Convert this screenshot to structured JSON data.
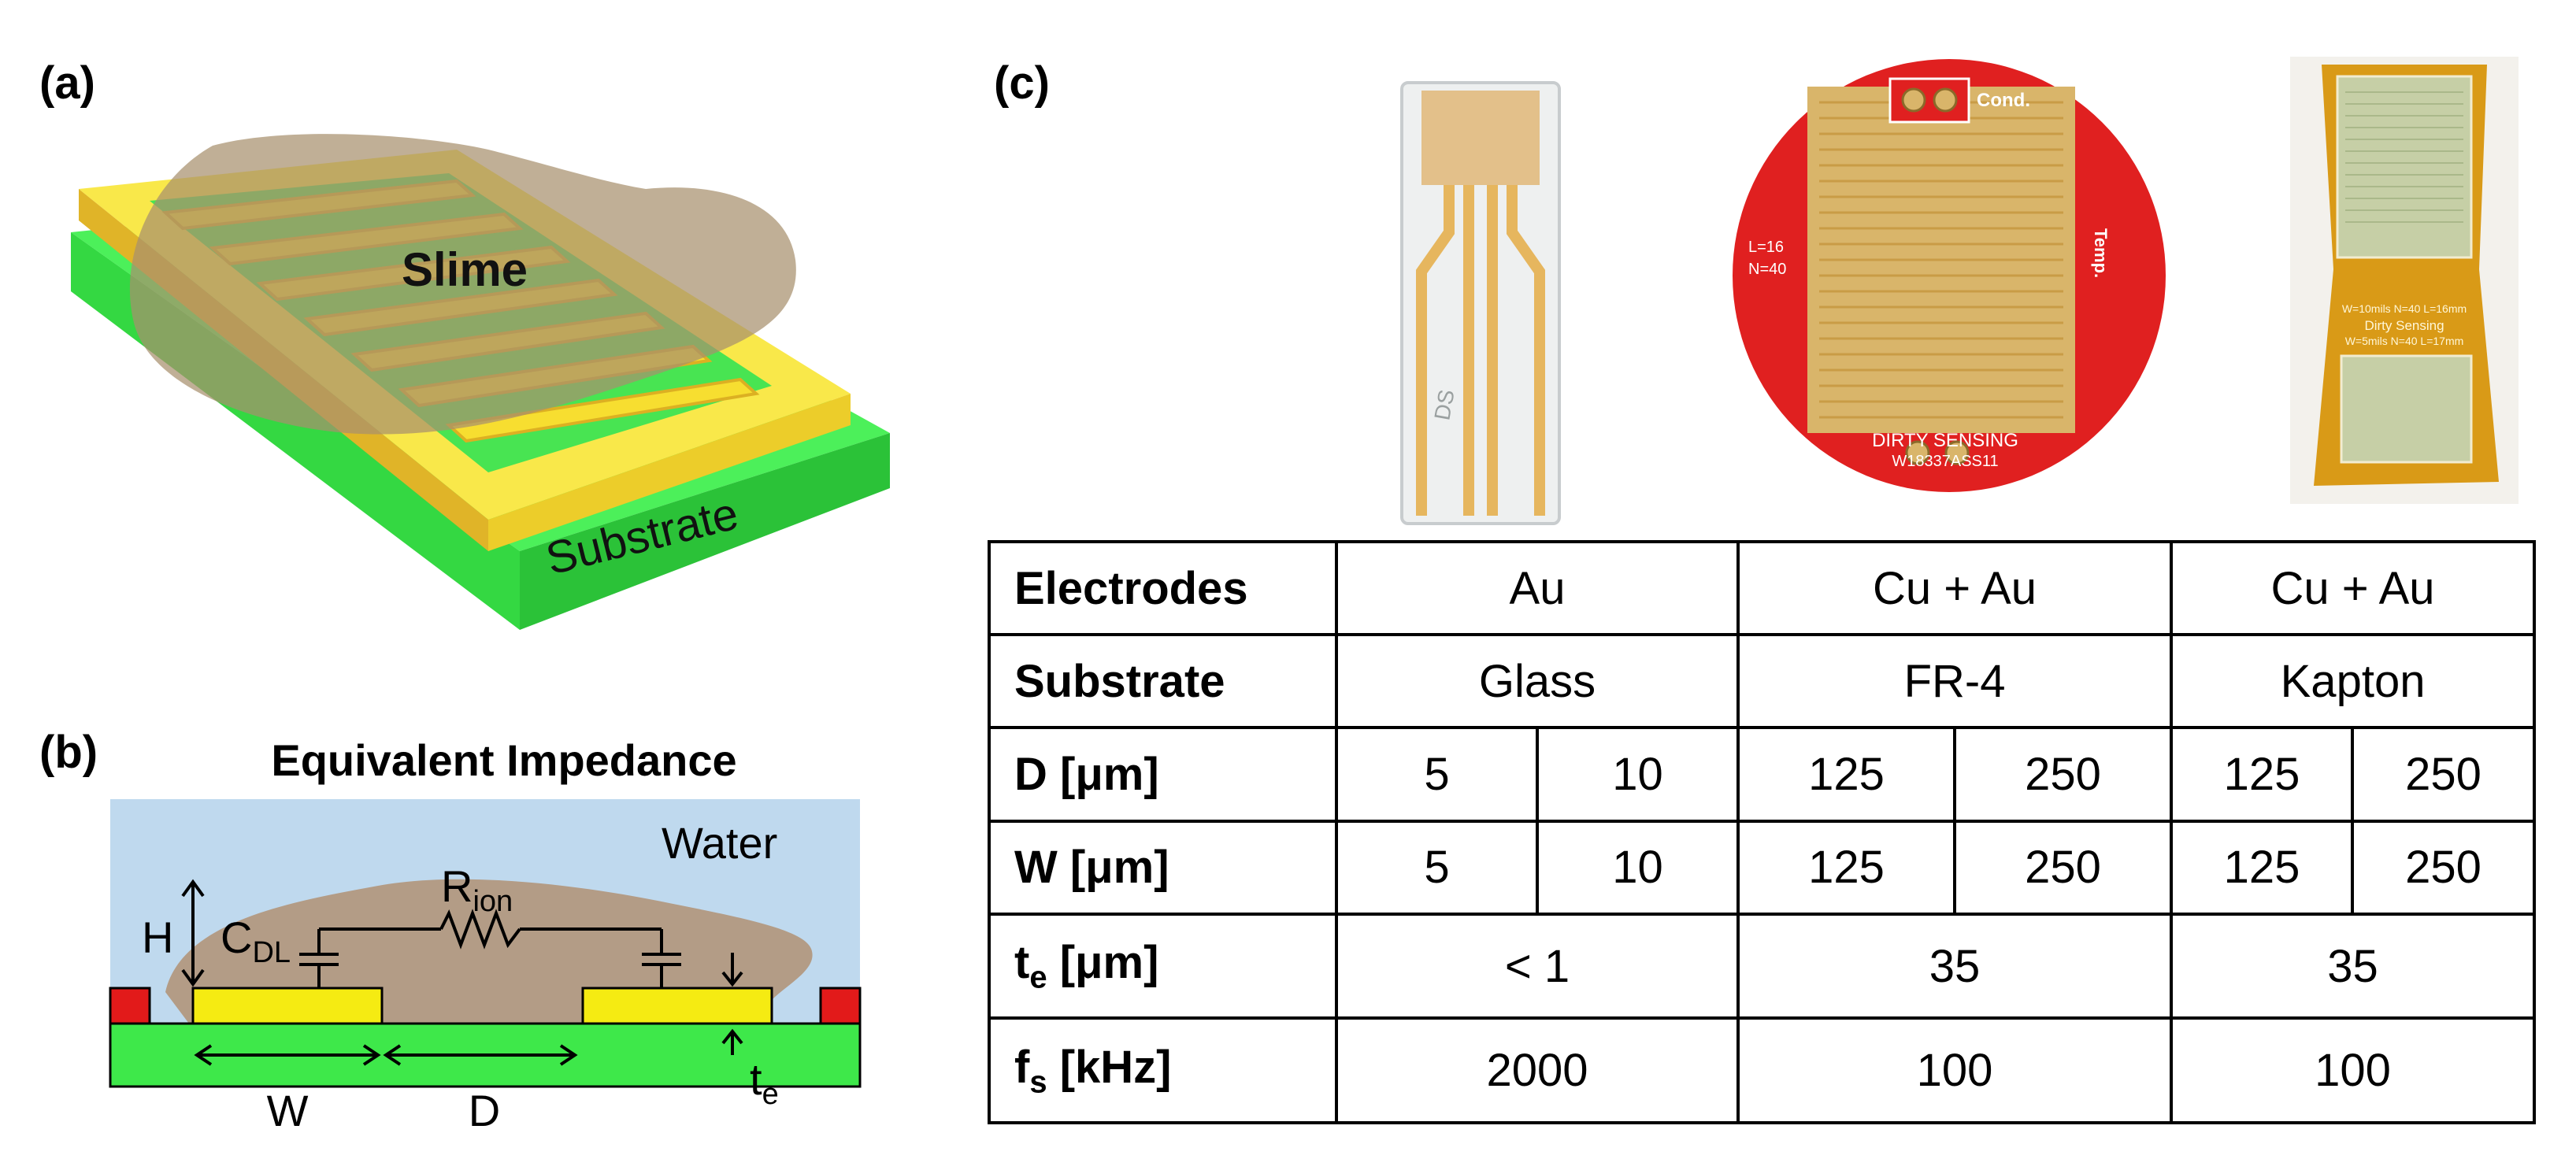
{
  "panels": {
    "a": {
      "label": "(a)",
      "slime_label": "Slime",
      "substrate_label": "Substrate",
      "colors": {
        "substrate": "#3ee84a",
        "electrode": "#f2d826",
        "slime": "#a8906e"
      }
    },
    "b": {
      "label": "(b)",
      "title": "Equivalent Impedance",
      "water_label": "Water",
      "labels": {
        "h": "H",
        "cdl_main": "C",
        "cdl_sub": "DL",
        "rion_main": "R",
        "rion_sub": "ion",
        "w": "W",
        "d": "D",
        "te_main": "t",
        "te_sub": "e"
      },
      "colors": {
        "water": "#bfd9ee",
        "substrate": "#3ee84a",
        "electrode": "#f5eb12",
        "wall": "#e21a1a",
        "slime": "#b39c86"
      }
    },
    "c": {
      "label": "(c)",
      "photos": {
        "glass_sensor": {
          "marking": "DS"
        },
        "fr4_sensor": {
          "label_cond": "Cond.",
          "label_temp": "Temp.",
          "label_l": "L=16",
          "label_n": "N=40",
          "label_bottom_1": "DIRTY  SENSING",
          "label_bottom_2": "W18337ASS11"
        },
        "kapton_sensor": {
          "line_1": "W=10mils N=40 L=16mm",
          "line_2": "Dirty Sensing",
          "line_3": "W=5mils N=40 L=17mm"
        }
      },
      "table": {
        "electrodes": {
          "head": "Electrodes",
          "glass": "Au",
          "fr4": "Cu + Au",
          "kapton": "Cu + Au"
        },
        "substrate": {
          "head": "Substrate",
          "glass": "Glass",
          "fr4": "FR-4",
          "kapton": "Kapton"
        },
        "d": {
          "head": "D [μm]",
          "values": [
            "5",
            "10",
            "125",
            "250",
            "125",
            "250"
          ]
        },
        "w": {
          "head": "W [μm]",
          "values": [
            "5",
            "10",
            "125",
            "250",
            "125",
            "250"
          ]
        },
        "te": {
          "head_main": "t",
          "head_sub": "e",
          "head_unit": " [μm]",
          "glass": "< 1",
          "fr4": "35",
          "kapton": "35"
        },
        "fs": {
          "head_main": "f",
          "head_sub": "s",
          "head_unit": " [kHz]",
          "glass": "2000",
          "fr4": "100",
          "kapton": "100"
        }
      }
    }
  }
}
